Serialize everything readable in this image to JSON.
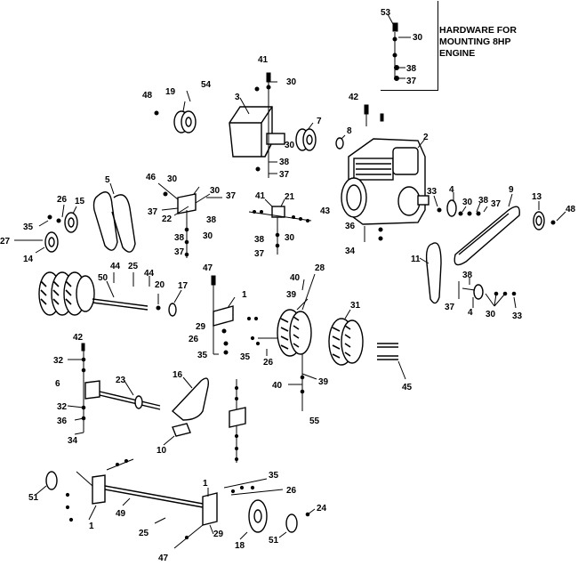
{
  "hardware_note": {
    "lines": [
      "HARDWARE FOR",
      "MOUNTING 8HP",
      "ENGINE"
    ]
  },
  "callouts": [
    {
      "id": "c53",
      "text": "53"
    },
    {
      "id": "c30a",
      "text": "30"
    },
    {
      "id": "c38a",
      "text": "38"
    },
    {
      "id": "c37a",
      "text": "37"
    },
    {
      "id": "c41a",
      "text": "41"
    },
    {
      "id": "c30b",
      "text": "30"
    },
    {
      "id": "c3",
      "text": "3"
    },
    {
      "id": "c48a",
      "text": "48"
    },
    {
      "id": "c19",
      "text": "19"
    },
    {
      "id": "c54",
      "text": "54"
    },
    {
      "id": "c42a",
      "text": "42"
    },
    {
      "id": "c2",
      "text": "2"
    },
    {
      "id": "c7",
      "text": "7"
    },
    {
      "id": "c8",
      "text": "8"
    },
    {
      "id": "c30c",
      "text": "30"
    },
    {
      "id": "c38b",
      "text": "38"
    },
    {
      "id": "c37b",
      "text": "37"
    },
    {
      "id": "c5",
      "text": "5"
    },
    {
      "id": "c46",
      "text": "46"
    },
    {
      "id": "c30d",
      "text": "30"
    },
    {
      "id": "c30e",
      "text": "30"
    },
    {
      "id": "c37c",
      "text": "37"
    },
    {
      "id": "c37d",
      "text": "37"
    },
    {
      "id": "c22",
      "text": "22"
    },
    {
      "id": "c38c",
      "text": "38"
    },
    {
      "id": "c41b",
      "text": "41"
    },
    {
      "id": "c21",
      "text": "21"
    },
    {
      "id": "c43",
      "text": "43"
    },
    {
      "id": "c33a",
      "text": "33"
    },
    {
      "id": "c4a",
      "text": "4"
    },
    {
      "id": "c30f",
      "text": "30"
    },
    {
      "id": "c38d",
      "text": "38"
    },
    {
      "id": "c37e",
      "text": "37"
    },
    {
      "id": "c9",
      "text": "9"
    },
    {
      "id": "c13",
      "text": "13"
    },
    {
      "id": "c48b",
      "text": "48"
    },
    {
      "id": "c26a",
      "text": "26"
    },
    {
      "id": "c15",
      "text": "15"
    },
    {
      "id": "c35a",
      "text": "35"
    },
    {
      "id": "c27",
      "text": "27"
    },
    {
      "id": "c14",
      "text": "14"
    },
    {
      "id": "c38e",
      "text": "38"
    },
    {
      "id": "c30g",
      "text": "30"
    },
    {
      "id": "c37f",
      "text": "37"
    },
    {
      "id": "c38f",
      "text": "38"
    },
    {
      "id": "c30h",
      "text": "30"
    },
    {
      "id": "c37g",
      "text": "37"
    },
    {
      "id": "c36a",
      "text": "36"
    },
    {
      "id": "c34a",
      "text": "34"
    },
    {
      "id": "c11",
      "text": "11"
    },
    {
      "id": "c44a",
      "text": "44"
    },
    {
      "id": "c25a",
      "text": "25"
    },
    {
      "id": "c44b",
      "text": "44"
    },
    {
      "id": "c50",
      "text": "50"
    },
    {
      "id": "c20",
      "text": "20"
    },
    {
      "id": "c17",
      "text": "17"
    },
    {
      "id": "c47a",
      "text": "47"
    },
    {
      "id": "c1a",
      "text": "1"
    },
    {
      "id": "c40a",
      "text": "40"
    },
    {
      "id": "c28",
      "text": "28"
    },
    {
      "id": "c39a",
      "text": "39"
    },
    {
      "id": "c31",
      "text": "31"
    },
    {
      "id": "c38g",
      "text": "38"
    },
    {
      "id": "c37h",
      "text": "37"
    },
    {
      "id": "c4b",
      "text": "4"
    },
    {
      "id": "c30i",
      "text": "30"
    },
    {
      "id": "c33b",
      "text": "33"
    },
    {
      "id": "c29a",
      "text": "29"
    },
    {
      "id": "c26b",
      "text": "26"
    },
    {
      "id": "c35b",
      "text": "35"
    },
    {
      "id": "c35c",
      "text": "35"
    },
    {
      "id": "c26c",
      "text": "26"
    },
    {
      "id": "c42b",
      "text": "42"
    },
    {
      "id": "c32a",
      "text": "32"
    },
    {
      "id": "c45",
      "text": "45"
    },
    {
      "id": "c16",
      "text": "16"
    },
    {
      "id": "c6",
      "text": "6"
    },
    {
      "id": "c23",
      "text": "23"
    },
    {
      "id": "c40b",
      "text": "40"
    },
    {
      "id": "c39b",
      "text": "39"
    },
    {
      "id": "c32b",
      "text": "32"
    },
    {
      "id": "c36b",
      "text": "36"
    },
    {
      "id": "c34b",
      "text": "34"
    },
    {
      "id": "c55",
      "text": "55"
    },
    {
      "id": "c10",
      "text": "10"
    },
    {
      "id": "c51a",
      "text": "51"
    },
    {
      "id": "c35d",
      "text": "35"
    },
    {
      "id": "c26d",
      "text": "26"
    },
    {
      "id": "c1b",
      "text": "1"
    },
    {
      "id": "c49",
      "text": "49"
    },
    {
      "id": "c1c",
      "text": "1"
    },
    {
      "id": "c24",
      "text": "24"
    },
    {
      "id": "c25b",
      "text": "25"
    },
    {
      "id": "c29b",
      "text": "29"
    },
    {
      "id": "c18",
      "text": "18"
    },
    {
      "id": "c51b",
      "text": "51"
    },
    {
      "id": "c47b",
      "text": "47"
    }
  ]
}
